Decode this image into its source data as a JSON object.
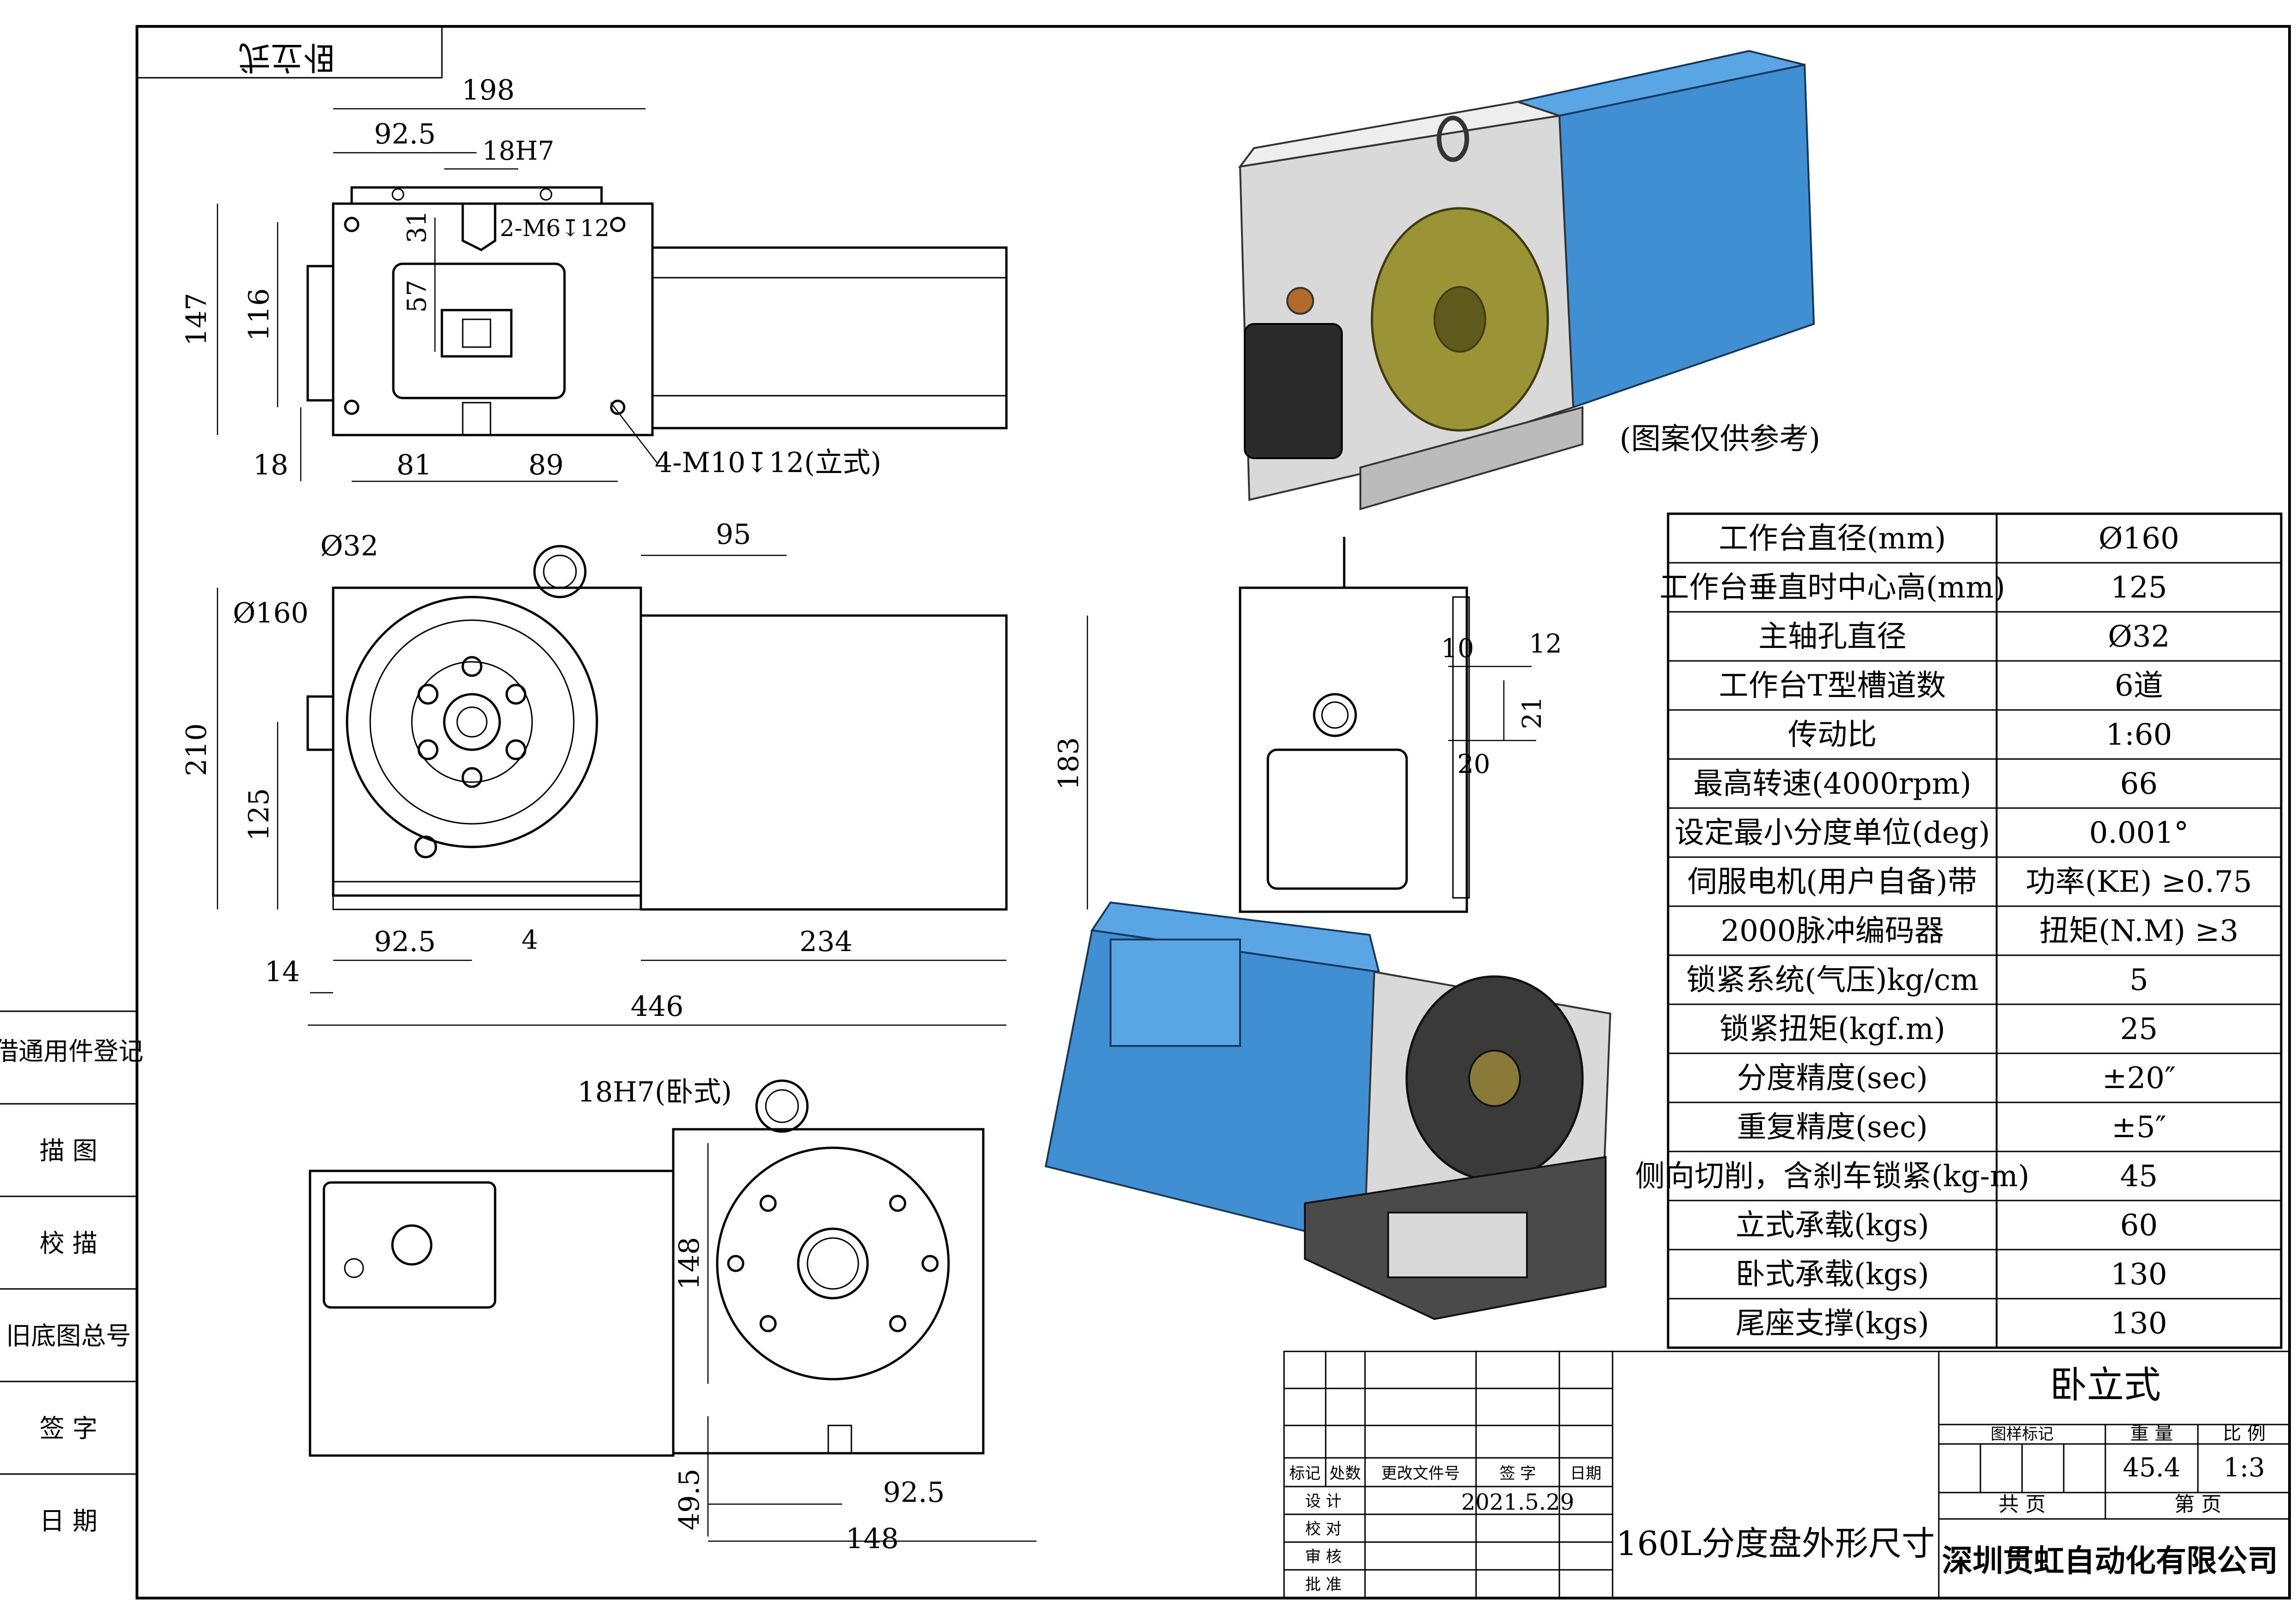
{
  "border_tag": {
    "text": "卧立式"
  },
  "left_strip": {
    "rows": [
      "借通用件登记",
      "描  图",
      "校  描",
      "旧底图总号",
      "签  字",
      "日  期"
    ]
  },
  "top_view": {
    "dims": [
      "198",
      "92.5",
      "18H7",
      "147",
      "116",
      "31",
      "2-M6↧12",
      "57",
      "18",
      "81",
      "89"
    ],
    "note": "4-M10↧12(立式)"
  },
  "front_view": {
    "dims": [
      "Ø32",
      "Ø160",
      "95",
      "210",
      "125",
      "183",
      "92.5",
      "4",
      "234",
      "14",
      "446"
    ]
  },
  "side_view": {
    "dims": [
      "10",
      "12",
      "21",
      "20"
    ]
  },
  "bottom_view": {
    "dims": [
      "18H7(卧式)",
      "148",
      "49.5",
      "92.5",
      "148"
    ]
  },
  "photo_caption": "(图案仅供参考)",
  "colors": {
    "motor_blue": "#3f8fd2",
    "disk_olive": "#9b9436",
    "body_gray": "#d9d9d9",
    "dark": "#2a2a2a"
  },
  "specs": [
    {
      "label": "工作台直径(mm)",
      "value": "Ø160"
    },
    {
      "label": "工作台垂直时中心高(mm)",
      "value": "125"
    },
    {
      "label": "主轴孔直径",
      "value": "Ø32"
    },
    {
      "label": "工作台T型槽道数",
      "value": "6道"
    },
    {
      "label": "传动比",
      "value": "1:60"
    },
    {
      "label": "最高转速(4000rpm)",
      "value": "66"
    },
    {
      "label": "设定最小分度单位(deg)",
      "value": "0.001°"
    },
    {
      "label": "伺服电机(用户自备)带",
      "value": "功率(KE) ≥0.75"
    },
    {
      "label": "2000脉冲编码器",
      "value": "扭矩(N.M) ≥3"
    },
    {
      "label": "锁紧系统(气压)kg/cm",
      "value": "5"
    },
    {
      "label": "锁紧扭矩(kgf.m)",
      "value": "25"
    },
    {
      "label": "分度精度(sec)",
      "value": "±20″"
    },
    {
      "label": "重复精度(sec)",
      "value": "±5″"
    },
    {
      "label": "侧向切削，含刹车锁紧(kg-m)",
      "value": "45"
    },
    {
      "label": "立式承载(kgs)",
      "value": "60"
    },
    {
      "label": "卧式承载(kgs)",
      "value": "130"
    },
    {
      "label": "尾座支撑(kgs)",
      "value": "130"
    }
  ],
  "title_block": {
    "product_type": "卧立式",
    "h_drawing_mark": "图样标记",
    "h_weight": "重 量",
    "h_scale": "比 例",
    "weight": "45.4",
    "scale": "1:3",
    "total_pages": "共  页",
    "page": "第  页",
    "rev_headers": [
      "标记",
      "处数",
      "更改文件号",
      "签  字",
      "日期"
    ],
    "roles": [
      "设 计",
      "校 对",
      "审 核",
      "批 准"
    ],
    "date": "2021.5.29",
    "drawing_name": "160L分度盘外形尺寸",
    "company": "深圳贯虹自动化有限公司"
  }
}
